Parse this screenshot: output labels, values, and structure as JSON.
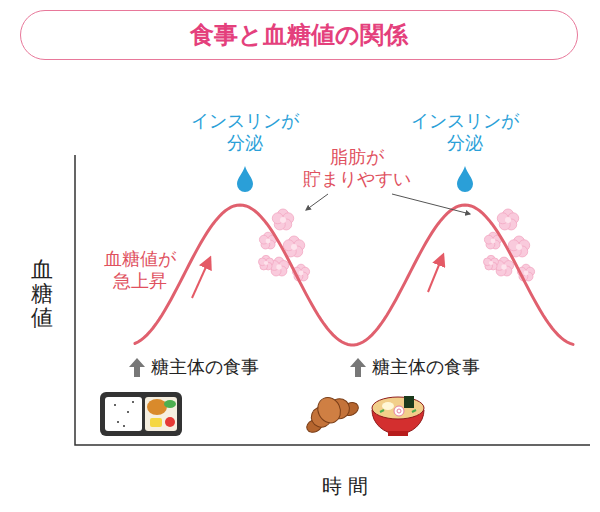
{
  "diagram": {
    "title": "食事と血糖値の関係",
    "labels": [
      "インスリンが 分泌",
      "インスリンが 分泌",
      "脂肪が 貯まりやすい",
      "血糖値が 急上昇",
      "糖主体の食事",
      "糖主体の食事",
      "血糖値",
      "時 間"
    ]
  }
}
